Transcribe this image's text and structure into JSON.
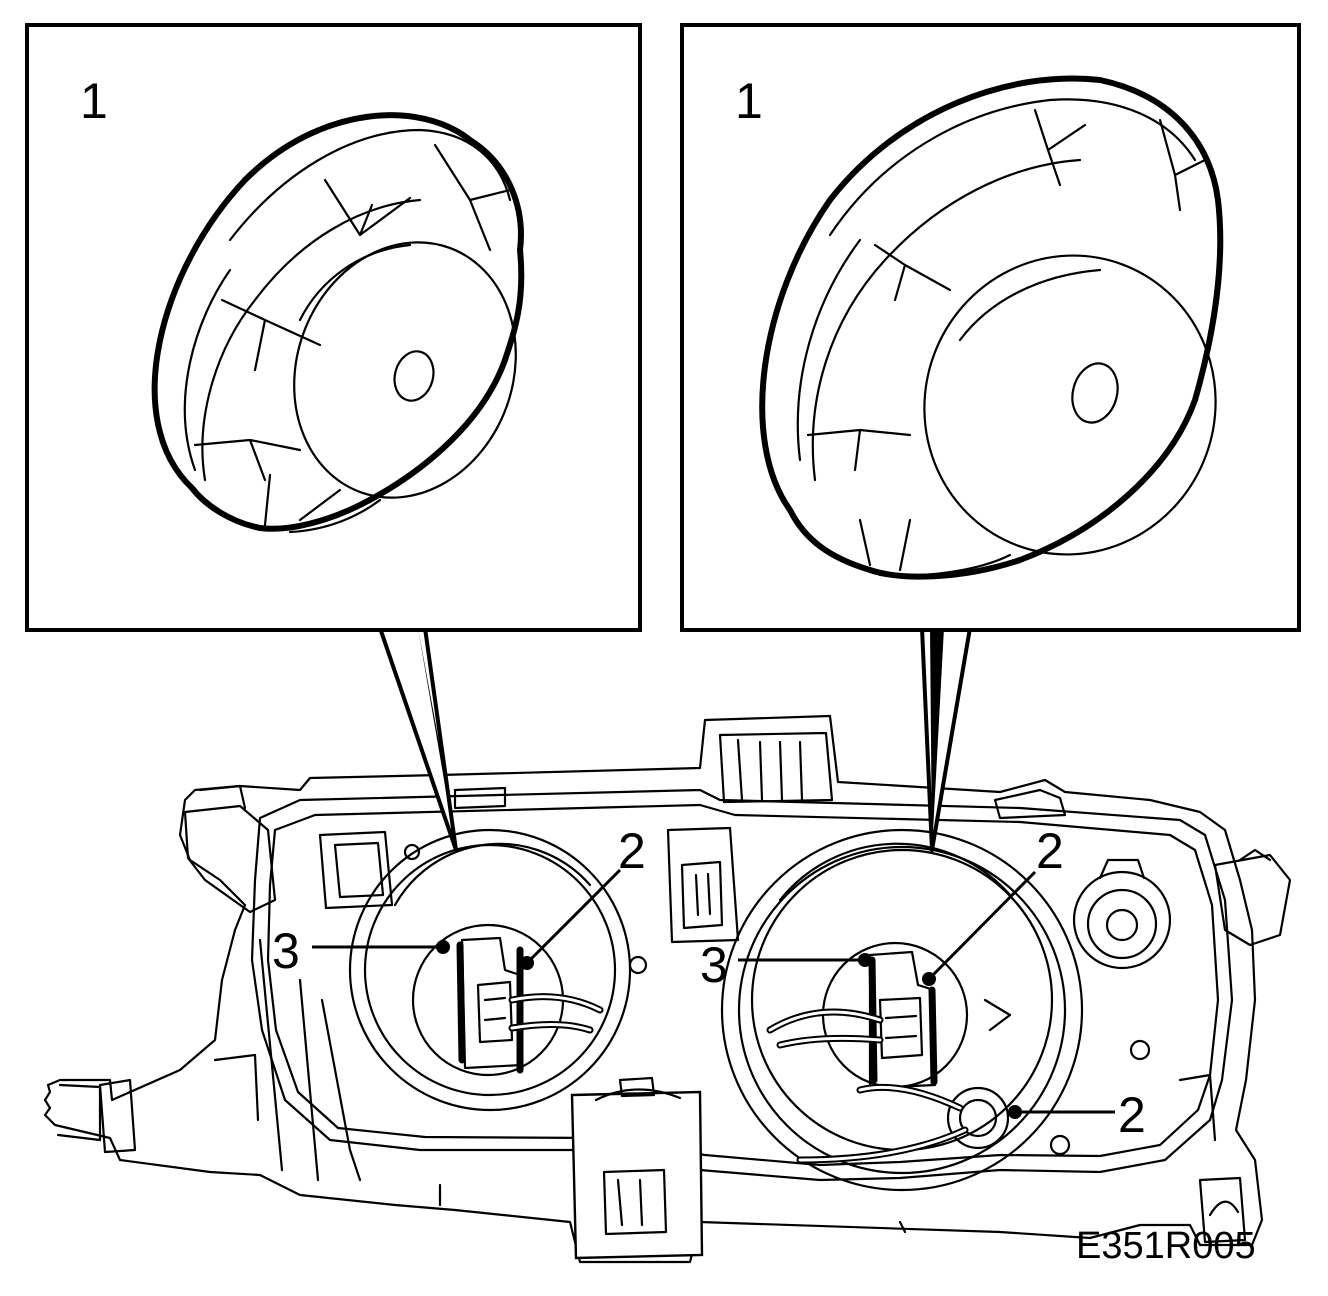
{
  "labels": {
    "left_inset_number": "1",
    "right_inset_number": "1",
    "left_cover_callout": "2",
    "left_connector_callout": "3",
    "right_cover_callout": "2",
    "right_connector_callout": "3",
    "lower_socket_callout": "2"
  },
  "figure_code": "E351R005"
}
